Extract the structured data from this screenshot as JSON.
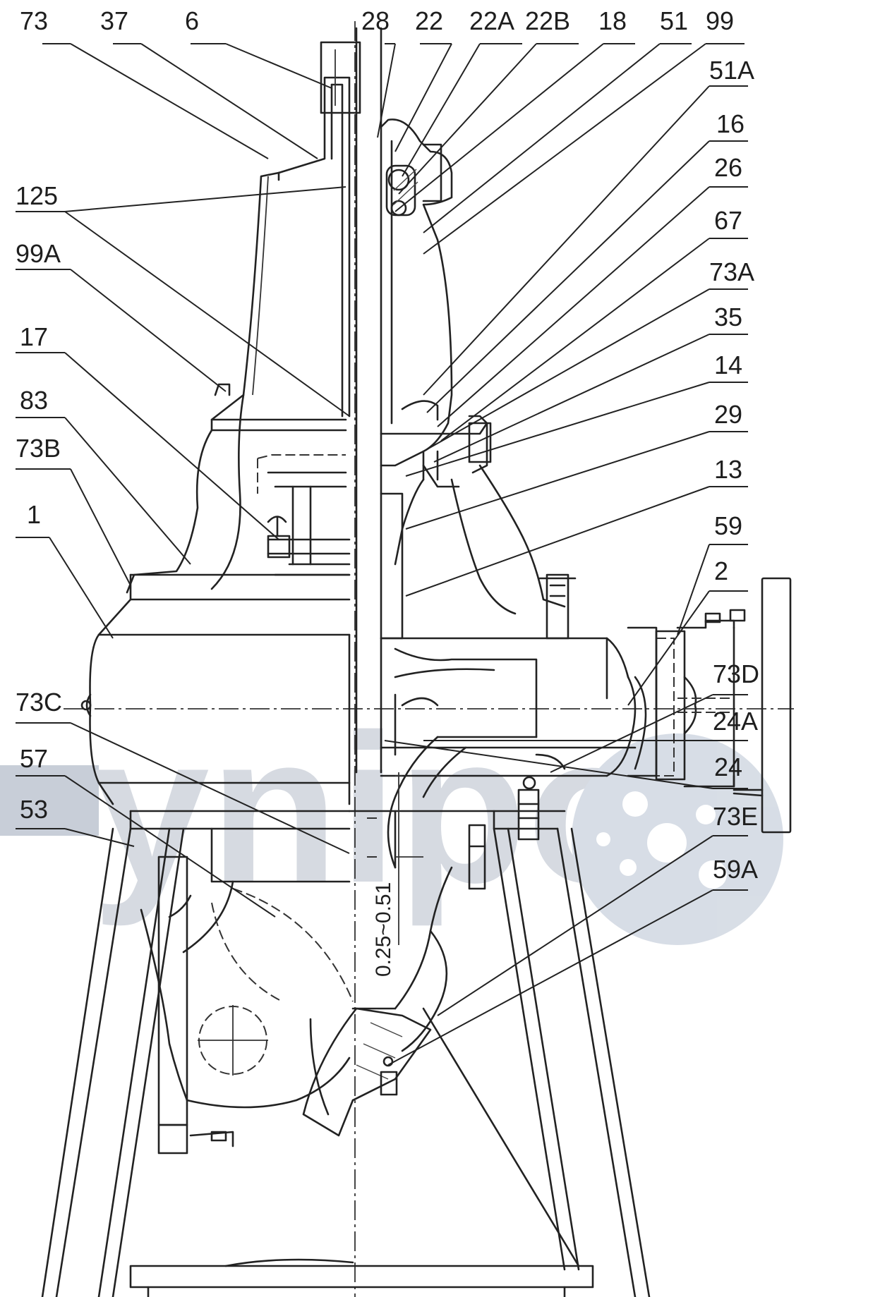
{
  "diagram": {
    "dimension_text": "0.25~0.51",
    "watermark_text": "ynipo",
    "watermark_color": "#9aa6b8",
    "callouts": [
      {
        "id": "73",
        "label": "73"
      },
      {
        "id": "37",
        "label": "37"
      },
      {
        "id": "6",
        "label": "6"
      },
      {
        "id": "28",
        "label": "28"
      },
      {
        "id": "22",
        "label": "22"
      },
      {
        "id": "22A",
        "label": "22A"
      },
      {
        "id": "22B",
        "label": "22B"
      },
      {
        "id": "18",
        "label": "18"
      },
      {
        "id": "51",
        "label": "51"
      },
      {
        "id": "99",
        "label": "99"
      },
      {
        "id": "51A",
        "label": "51A"
      },
      {
        "id": "16",
        "label": "16"
      },
      {
        "id": "26",
        "label": "26"
      },
      {
        "id": "67",
        "label": "67"
      },
      {
        "id": "73A",
        "label": "73A"
      },
      {
        "id": "35",
        "label": "35"
      },
      {
        "id": "14",
        "label": "14"
      },
      {
        "id": "29",
        "label": "29"
      },
      {
        "id": "13",
        "label": "13"
      },
      {
        "id": "59",
        "label": "59"
      },
      {
        "id": "2",
        "label": "2"
      },
      {
        "id": "73D",
        "label": "73D"
      },
      {
        "id": "24A",
        "label": "24A"
      },
      {
        "id": "24",
        "label": "24"
      },
      {
        "id": "73E",
        "label": "73E"
      },
      {
        "id": "59A",
        "label": "59A"
      },
      {
        "id": "125",
        "label": "125"
      },
      {
        "id": "99A",
        "label": "99A"
      },
      {
        "id": "17",
        "label": "17"
      },
      {
        "id": "83",
        "label": "83"
      },
      {
        "id": "73B",
        "label": "73B"
      },
      {
        "id": "1",
        "label": "1"
      },
      {
        "id": "73C",
        "label": "73C"
      },
      {
        "id": "57",
        "label": "57"
      },
      {
        "id": "53",
        "label": "53"
      }
    ]
  }
}
